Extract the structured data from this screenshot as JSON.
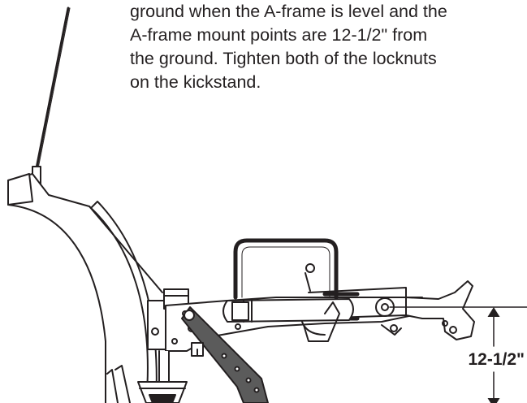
{
  "instructions": {
    "lines": [
      "ground when the A-frame is level and the",
      "A-frame mount points are 12-1/2\" from",
      "the ground. Tighten both of the locknuts",
      "on the kickstand."
    ]
  },
  "figure": {
    "dimension_label": "12-1/2\""
  }
}
